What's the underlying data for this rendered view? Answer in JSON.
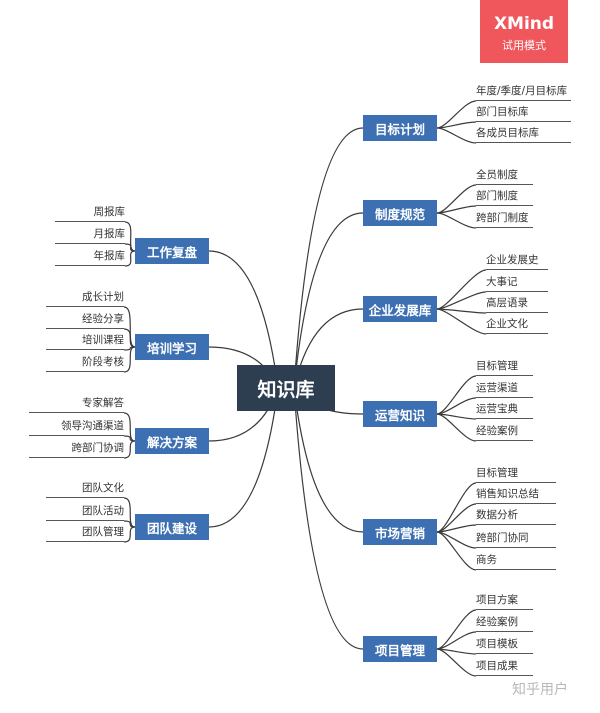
{
  "watermark_badge": {
    "title": "XMind",
    "subtitle": "试用模式"
  },
  "watermark": "知乎用户",
  "central": "知识库",
  "topics": {
    "mubiao": {
      "label": "目标计划",
      "items": [
        "年度/季度/月目标库",
        "部门目标库",
        "各成员目标库"
      ]
    },
    "zhidu": {
      "label": "制度规范",
      "items": [
        "全员制度",
        "部门制度",
        "跨部门制度"
      ]
    },
    "qiye": {
      "label": "企业发展库",
      "items": [
        "企业发展史",
        "大事记",
        "高层语录",
        "企业文化"
      ]
    },
    "yunying": {
      "label": "运营知识",
      "items": [
        "目标管理",
        "运营渠道",
        "运营宝典",
        "经验案例"
      ]
    },
    "shichang": {
      "label": "市场营销",
      "items": [
        "目标管理",
        "销售知识总结",
        "数据分析",
        "跨部门协同",
        "商务"
      ]
    },
    "xiangmu": {
      "label": "项目管理",
      "items": [
        "项目方案",
        "经验案例",
        "项目模板",
        "项目成果"
      ]
    },
    "gongzuo": {
      "label": "工作复盘",
      "items": [
        "周报库",
        "月报库",
        "年报库"
      ]
    },
    "peixun": {
      "label": "培训学习",
      "items": [
        "成长计划",
        "经验分享",
        "培训课程",
        "阶段考核"
      ]
    },
    "jiejue": {
      "label": "解决方案",
      "items": [
        "专家解答",
        "领导沟通渠道",
        "跨部门协调"
      ]
    },
    "tuandui": {
      "label": "团队建设",
      "items": [
        "团队文化",
        "团队活动",
        "团队管理"
      ]
    }
  }
}
